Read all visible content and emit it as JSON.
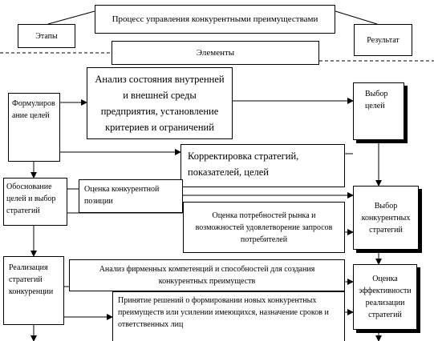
{
  "header": {
    "title": "Процесс управления конкурентными преимуществами",
    "stages": "Этапы",
    "result": "Результат",
    "elements": "Элементы"
  },
  "left": {
    "formulation": "Формулиров ание целей",
    "justification": "Обоснование целей и выбор стратегий",
    "implementation": "Реализация стратегий конкуренции"
  },
  "middle": {
    "analysis_state": "Анализ состояния внутренней и внешней среды предприятия, установление критериев и ограничений",
    "correction": "Корректировка стратегий, показателей, целей",
    "position_assessment": "Оценка конкурентной позиции",
    "market_needs": "Оценка потребностей рынка и возможностей удовлетворение запросов потребителей",
    "competence_analysis": "Анализ фирменных компетенций и способностей для создания конкурентных преимуществ",
    "decision": "Принятие решений о формировании новых конкурентных преимуществ или усилении имеющихся, назначение сроков и ответственных лиц"
  },
  "right": {
    "goals": "Выбор целей",
    "strategies": "Выбор конкурентных стратегий",
    "efficiency": "Оценка эффективности реализации стратегий"
  }
}
